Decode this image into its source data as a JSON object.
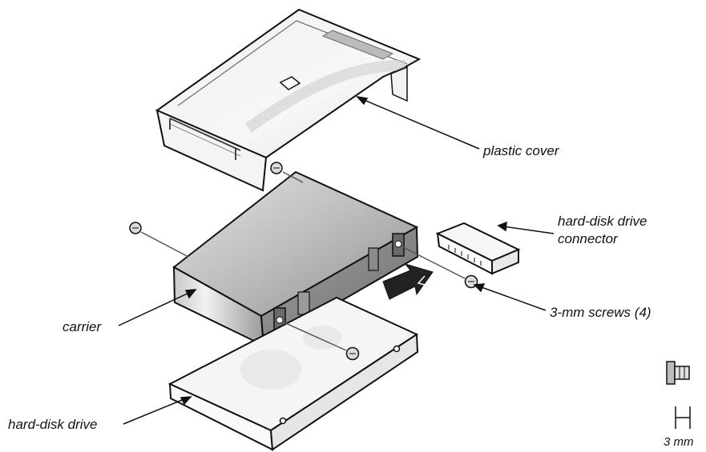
{
  "labels": {
    "plastic_cover": "plastic cover",
    "connector_line1": "hard-disk drive",
    "connector_line2": "connector",
    "screws": "3-mm screws (4)",
    "carrier": "carrier",
    "drive": "hard-disk drive",
    "scale": "3 mm"
  }
}
